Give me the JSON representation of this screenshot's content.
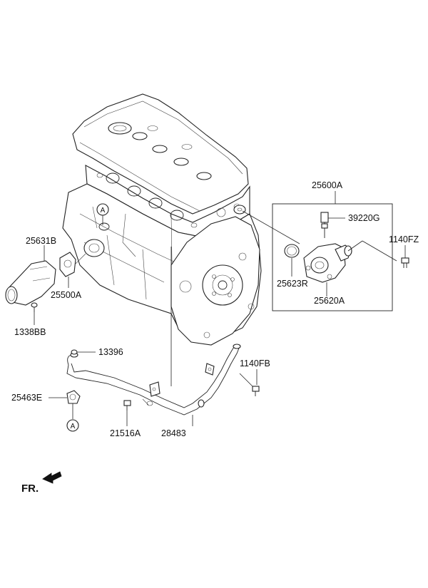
{
  "labels": {
    "p25600A": "25600A",
    "p39220G": "39220G",
    "p1140FZ": "1140FZ",
    "p25623R": "25623R",
    "p25620A": "25620A",
    "p25631B": "25631B",
    "p25500A": "25500A",
    "p1338BB": "1338BB",
    "p13396": "13396",
    "p1140FB": "1140FB",
    "p25463E": "25463E",
    "p21516A": "21516A",
    "p28483": "28483",
    "refA_top": "A",
    "refA_bottom": "A",
    "fr": "FR."
  }
}
